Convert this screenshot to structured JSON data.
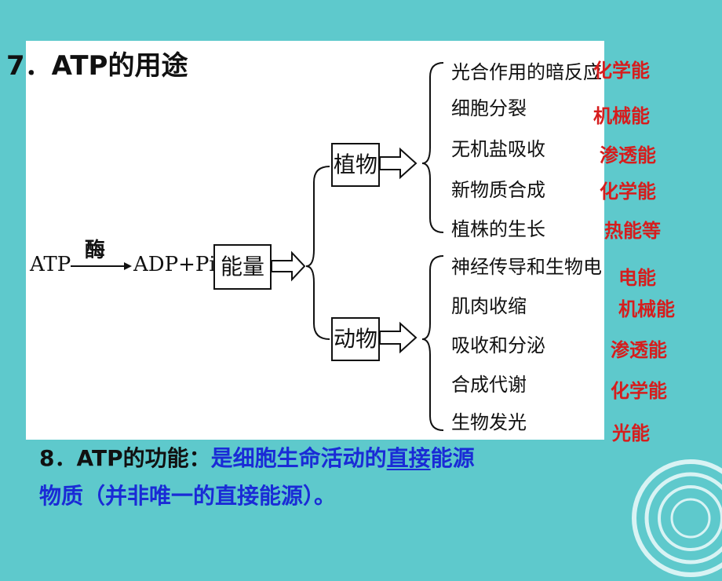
{
  "heading": "7．ATP的用途",
  "reaction": {
    "substrate": "ATP",
    "enzyme": "酶",
    "products": "ADP+Pi+",
    "energy_box": "能量"
  },
  "branches": {
    "plant": "植物",
    "animal": "动物"
  },
  "plant_uses": [
    {
      "use": "光合作用的暗反应",
      "energy": "化学能"
    },
    {
      "use": "细胞分裂",
      "energy": "机械能"
    },
    {
      "use": "无机盐吸收",
      "energy": "渗透能"
    },
    {
      "use": "新物质合成",
      "energy": "化学能"
    },
    {
      "use": "植株的生长",
      "energy": "热能等"
    }
  ],
  "animal_uses": [
    {
      "use": "神经传导和生物电",
      "energy": "电能"
    },
    {
      "use": "肌肉收缩",
      "energy": "机械能"
    },
    {
      "use": "吸收和分泌",
      "energy": "渗透能"
    },
    {
      "use": "合成代谢",
      "energy": "化学能"
    },
    {
      "use": "生物发光",
      "energy": "光能"
    }
  ],
  "function_note": {
    "label": "8．ATP的功能：",
    "text_before": "是细胞生命活动的",
    "underlined": "直接",
    "text_after": "能源",
    "line2": "物质（并非唯一的直接能源）。"
  },
  "colors": {
    "background": "#5ec9cc",
    "energy_text": "#d61d1d",
    "highlight_text": "#1a2bd6"
  }
}
